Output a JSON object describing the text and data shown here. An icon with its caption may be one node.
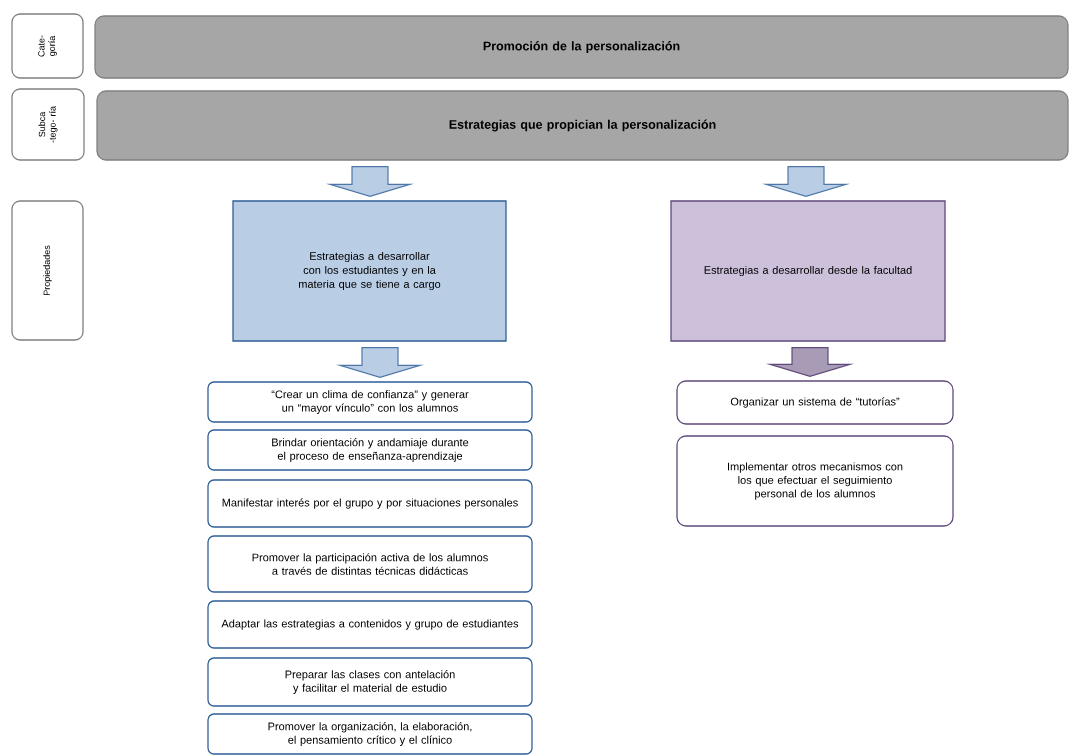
{
  "diagram": {
    "nodes": [
      {
        "text": [
          "Cate- goría"
        ]
      },
      {
        "text": [
          "Subca -tego- ría"
        ]
      },
      {
        "text": [
          "Propiedades"
        ]
      },
      {
        "text": [
          "Promoción de la personalización"
        ]
      },
      {
        "text": [
          "Estrategias que propician la personalización"
        ]
      },
      {
        "text": [
          "Estrategias a desarrollar con los estudiantes y en la materia que se tiene a cargo"
        ]
      },
      {
        "text": [
          "Estrategias a desarrollar desde la facultad"
        ]
      },
      {
        "text": [
          "“Crear un clima de confianza” y generar un “mayor vínculo” con los alumnos"
        ]
      },
      {
        "text": [
          "Brindar orientación y andamiaje durante el proceso de enseñanza-aprendizaje"
        ]
      },
      {
        "text": [
          "Manifestar interés por el grupo y por situaciones personales"
        ]
      },
      {
        "text": [
          "Promover la participación activa de los alumnos a través de distintas técnicas didácticas"
        ]
      },
      {
        "text": [
          "Adaptar las estrategias a contenidos y grupo de estudiantes"
        ]
      },
      {
        "text": [
          "Preparar las clases con antelación y facilitar el material de estudio"
        ]
      },
      {
        "text": [
          "Promover la organización, la elaboración, el pensamiento crítico y el clínico"
        ]
      },
      {
        "text": [
          "Organizar un sistema de “tutorías”"
        ]
      },
      {
        "text": [
          "Implementar otros mecanismos con los que efectuar el seguimiento personal de los alumnos"
        ]
      }
    ],
    "edges": [
      {
        "from": 4,
        "to": 5,
        "arrow": "to"
      },
      {
        "from": 4,
        "to": 6,
        "arrow": "to"
      },
      {
        "from": 5,
        "to": 7,
        "arrow": "to"
      },
      {
        "from": 6,
        "to": 14,
        "arrow": "to",
        "color": "#604a7b"
      }
    ]
  }
}
